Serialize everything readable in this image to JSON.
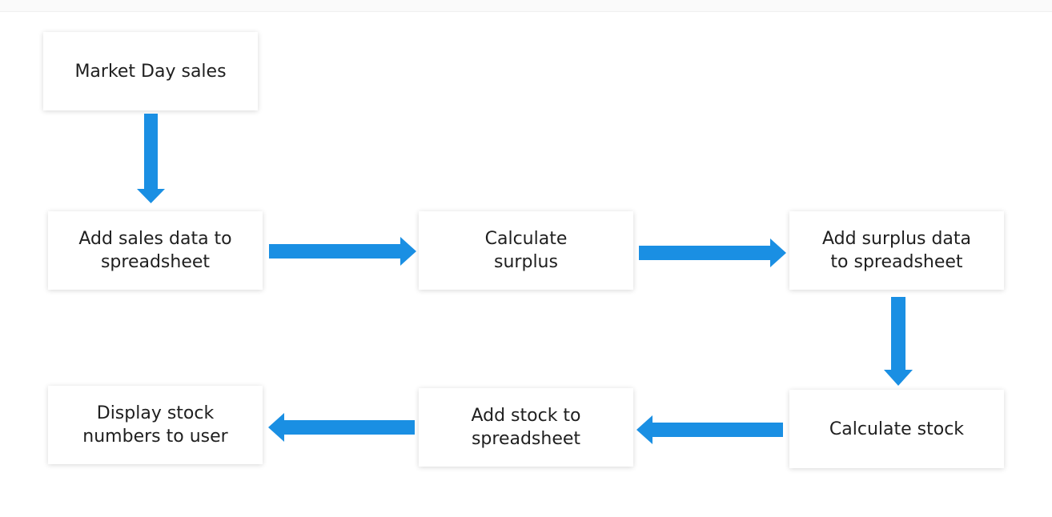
{
  "arrow_color": "#1a8fe3",
  "nodes": {
    "market_day_sales": "Market Day sales",
    "add_sales_data": "Add sales data to\nspreadsheet",
    "calculate_surplus": "Calculate\nsurplus",
    "add_surplus_data": "Add surplus data\nto spreadsheet",
    "calculate_stock": "Calculate stock",
    "add_stock": "Add stock to\nspreadsheet",
    "display_stock": "Display stock\nnumbers to user"
  }
}
